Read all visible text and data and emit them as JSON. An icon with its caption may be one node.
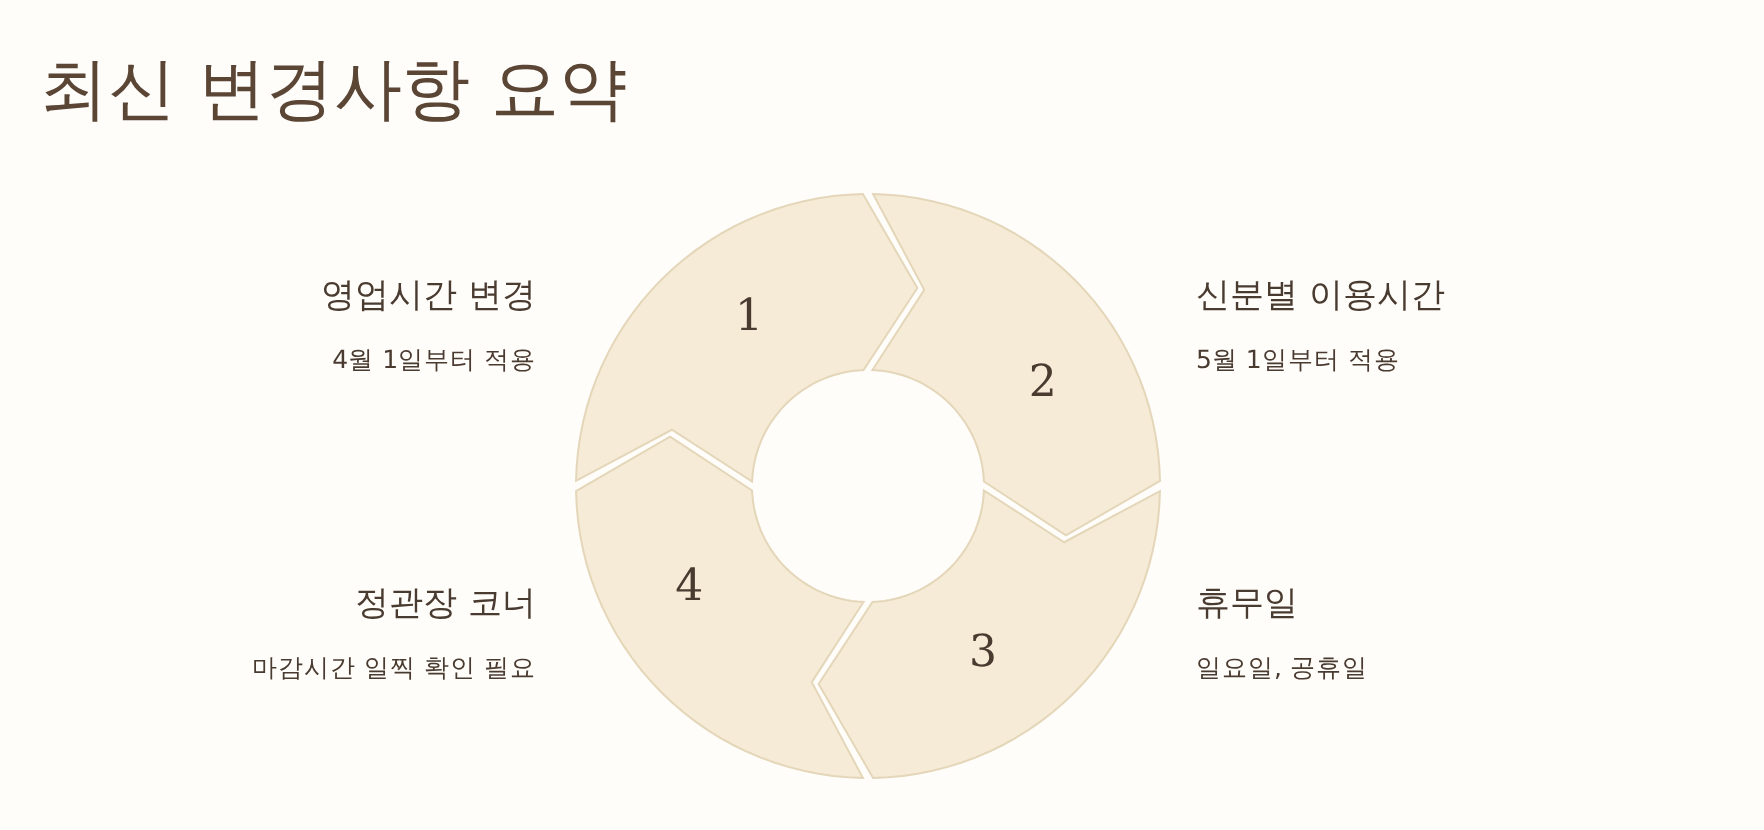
{
  "diagram": {
    "title": "최신 변경사항 요약",
    "nodes": [
      {
        "text": [
          "1"
        ],
        "beside": [
          "영업시간 변경",
          "4월 1일부터 적용"
        ]
      },
      {
        "text": [
          "2"
        ],
        "beside": [
          "신분별 이용시간",
          "5월 1일부터 적용"
        ]
      },
      {
        "text": [
          "3"
        ],
        "beside": [
          "휴무일",
          "일요일, 공휴일"
        ]
      },
      {
        "text": [
          "4"
        ],
        "beside": [
          "정관장 코너",
          "마감시간 일찍 확인 필요"
        ]
      }
    ],
    "edges": []
  }
}
